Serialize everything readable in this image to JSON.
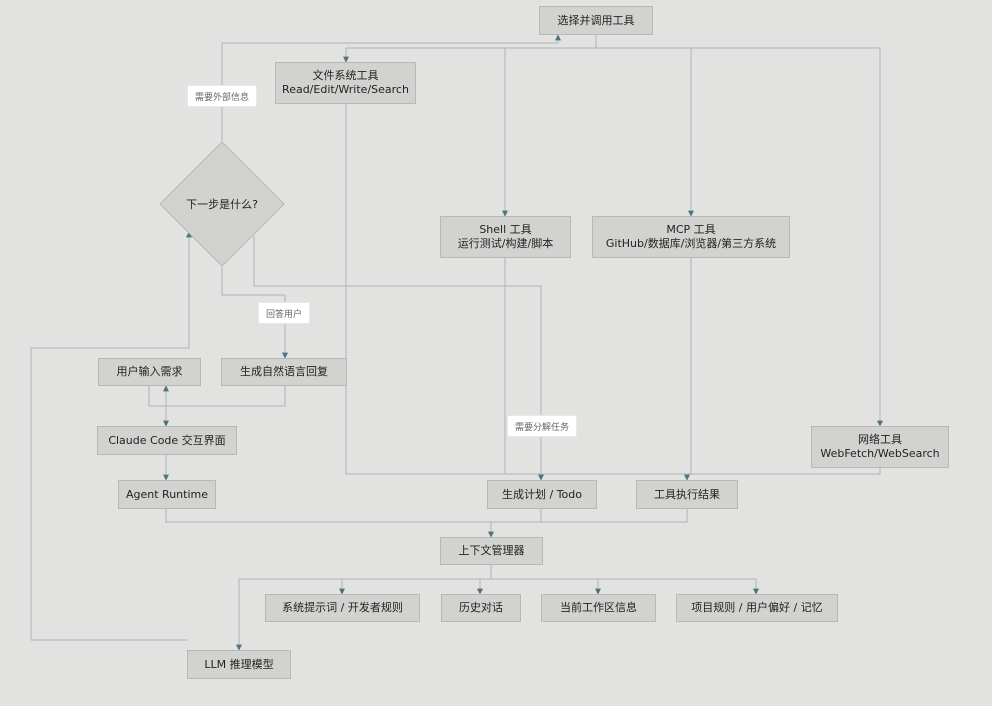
{
  "nodes": {
    "select_tool": "选择并调用工具",
    "fs_tool": {
      "title": "文件系统工具",
      "sub": "Read/Edit/Write/Search"
    },
    "decision": "下一步是什么?",
    "shell_tool": {
      "title": "Shell 工具",
      "sub": "运行测试/构建/脚本"
    },
    "mcp_tool": {
      "title": "MCP 工具",
      "sub": "GitHub/数据库/浏览器/第三方系统"
    },
    "user_input": "用户输入需求",
    "gen_reply": "生成自然语言回复",
    "claude_ui": "Claude Code 交互界面",
    "web_tool": {
      "title": "网络工具",
      "sub": "WebFetch/WebSearch"
    },
    "agent_runtime": "Agent Runtime",
    "plan_todo": "生成计划 / Todo",
    "tool_result": "工具执行结果",
    "context_mgr": "上下文管理器",
    "sys_prompt": "系统提示词 / 开发者规则",
    "history": "历史对话",
    "workspace": "当前工作区信息",
    "project_rules": "项目规则 / 用户偏好 / 记忆",
    "llm": "LLM 推理模型"
  },
  "edge_labels": {
    "need_external": "需要外部信息",
    "answer_user": "回答用户",
    "need_decompose": "需要分解任务"
  },
  "colors": {
    "background": "#e2e2e0",
    "node_fill": "#d2d2d0",
    "edge": "#aeb4b8",
    "arrow": "#4d7380"
  }
}
